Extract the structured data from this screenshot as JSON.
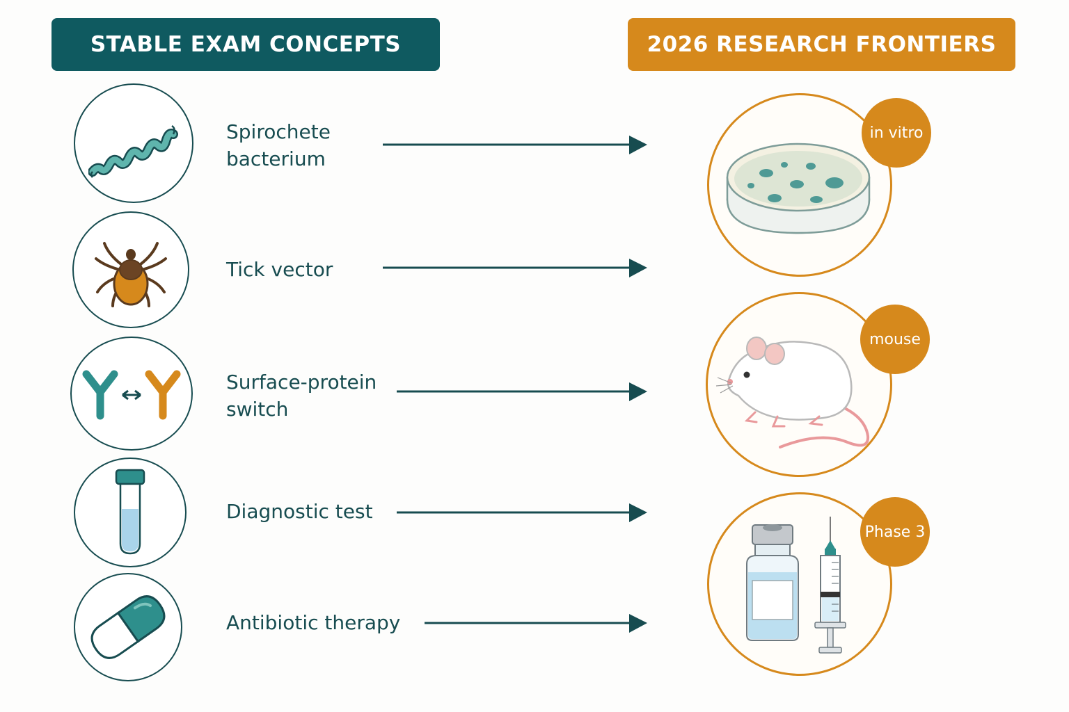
{
  "headers": {
    "left": "STABLE EXAM CONCEPTS",
    "right": "2026 RESEARCH FRONTIERS"
  },
  "concepts": [
    {
      "line1": "Spirochete",
      "line2": "bacterium",
      "icon": "spirochete-icon"
    },
    {
      "line1": "Tick vector",
      "icon": "tick-icon"
    },
    {
      "line1": "Surface-protein",
      "line2": "switch",
      "icon": "antibody-switch-icon"
    },
    {
      "line1": "Diagnostic test",
      "icon": "test-tube-icon"
    },
    {
      "line1": "Antibiotic therapy",
      "icon": "capsule-icon"
    }
  ],
  "frontiers": [
    {
      "badge": "in vitro",
      "icon": "petri-dish-icon"
    },
    {
      "badge": "mouse",
      "icon": "mouse-icon"
    },
    {
      "badge": "Phase 3",
      "icon": "vaccine-vial-syringe-icon"
    }
  ],
  "colors": {
    "teal_dark": "#0f5a60",
    "teal": "#2e8f8c",
    "orange": "#d6891c",
    "text": "#174c50"
  }
}
